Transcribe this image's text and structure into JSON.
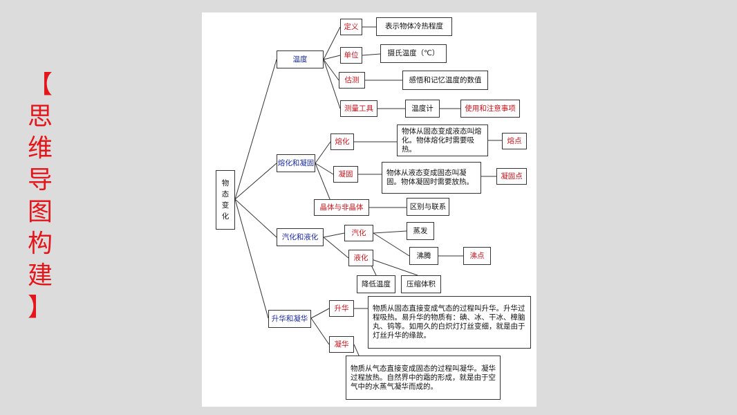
{
  "side_title": [
    "【",
    "思",
    "维",
    "导",
    "图",
    "构",
    "建",
    "】"
  ],
  "root": "物态变化",
  "groups": {
    "temperature": {
      "label": "温度",
      "definition": {
        "label": "定义",
        "content": "表示物体冷热程度"
      },
      "unit": {
        "label": "单位",
        "content": "摄氏温度（℃）"
      },
      "estimate": {
        "label": "估测",
        "content": "感悟和记忆温度的数值"
      },
      "measure": {
        "label": "测量工具",
        "tool": "温度计",
        "note": "使用和注意事项"
      }
    },
    "melt": {
      "label": "熔化和凝固",
      "melting": {
        "label": "熔化",
        "content": "物体从固态变成液态叫熔化。物体熔化时需要吸热。",
        "point": "熔点"
      },
      "freezing": {
        "label": "凝固",
        "content": "物体从液态变成固态叫凝固。物体凝固时需要放热。",
        "point": "凝固点"
      },
      "crystal": {
        "label": "晶体与非晶体",
        "content": "区别与联系"
      }
    },
    "vapor": {
      "label": "汽化和液化",
      "vaporize": {
        "label": "汽化",
        "evaporate": "蒸发",
        "boil": "沸腾",
        "boil_point": "沸点"
      },
      "liquefy": {
        "label": "液化",
        "cooling": "降低温度",
        "compress": "压缩体积"
      }
    },
    "sublime": {
      "label": "升华和凝华",
      "sublimation": {
        "label": "升华",
        "content": "物质从固态直接变成气态的过程叫升华。升华过程吸热。易升华的物质有：碘、冰、干冰、樟脑丸、钨等。如用久的白炽灯灯丝变细，就是由于灯丝升华的缘故。"
      },
      "deposition": {
        "label": "凝华",
        "content": "物质从气态直接变成固态的过程叫凝华。凝华过程放热。自然界中的霜的形成，就是由于空 气中的水蒸气凝华而成的。"
      }
    }
  }
}
